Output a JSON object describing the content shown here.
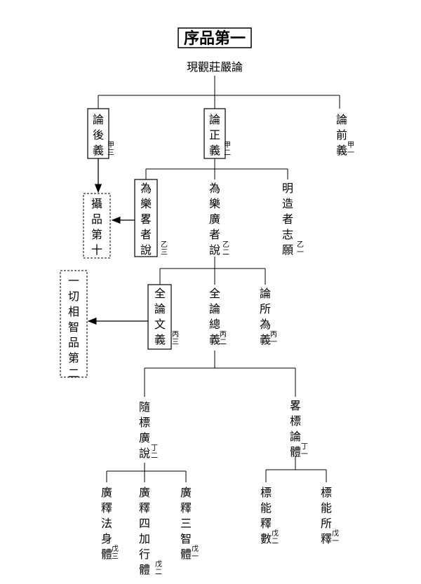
{
  "title": "序品第一",
  "root": "現觀莊嚴論",
  "level1": [
    {
      "label": "論後義",
      "tag": "甲三"
    },
    {
      "label": "論正義",
      "tag": "甲二"
    },
    {
      "label": "論前義",
      "tag": "甲一"
    }
  ],
  "level2": [
    {
      "label": "為樂畧者說",
      "tag": "乙三"
    },
    {
      "label": "為樂廣者說",
      "tag": "乙二"
    },
    {
      "label": "明造者志願",
      "tag": "乙一"
    }
  ],
  "level3": [
    {
      "label": "全論文義",
      "tag": "丙三"
    },
    {
      "label": "全論總義",
      "tag": "丙二"
    },
    {
      "label": "論所為義",
      "tag": "丙一"
    }
  ],
  "level4": [
    {
      "label": "隨標廣說",
      "tag": "丁二"
    },
    {
      "label": "畧標論體",
      "tag": "丁一"
    }
  ],
  "level5_left": [
    {
      "label": "廣釋法身體",
      "tag": "戊三"
    },
    {
      "label": "廣釋四加行體",
      "tag": "戊二"
    },
    {
      "label": "廣釋三智體",
      "tag": "戊一"
    }
  ],
  "level5_right": [
    {
      "label": "標能釋數",
      "tag": "戊二"
    },
    {
      "label": "標能所釋",
      "tag": "戊一"
    }
  ],
  "refs": [
    {
      "label": "攝品第十"
    },
    {
      "label": "一切相智品第二"
    }
  ]
}
